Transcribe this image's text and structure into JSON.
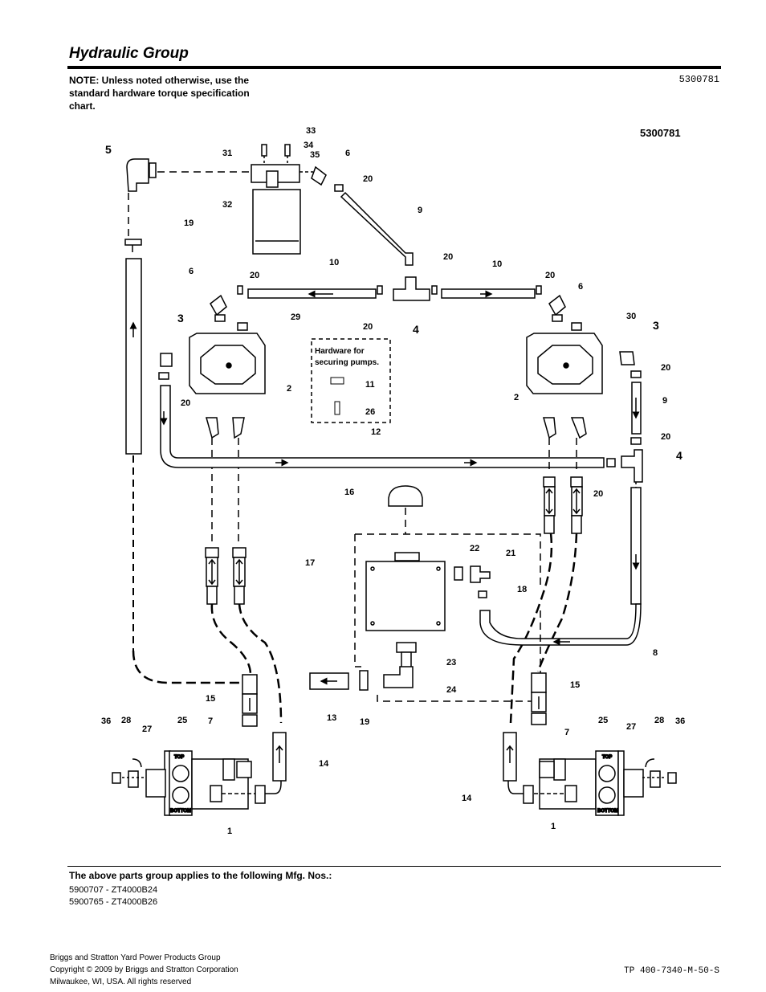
{
  "header": {
    "title": "Hydraulic Group",
    "note": "NOTE: Unless noted otherwise, use the standard hardware torque specification chart.",
    "doc_number": "5300781"
  },
  "diagram": {
    "assembly_number": "5300781",
    "hardware_box_title": "Hardware for securing pumps.",
    "callouts": [
      "1",
      "2",
      "3",
      "4",
      "5",
      "6",
      "7",
      "8",
      "9",
      "10",
      "11",
      "12",
      "13",
      "14",
      "15",
      "16",
      "17",
      "18",
      "19",
      "20",
      "21",
      "22",
      "23",
      "24",
      "25",
      "26",
      "27",
      "28",
      "29",
      "30",
      "31",
      "32",
      "33",
      "34",
      "35",
      "36"
    ],
    "pump_labels": {
      "top": "TOP",
      "bottom": "BOTTOM"
    }
  },
  "applies": {
    "heading": "The above parts group applies to the following Mfg. Nos.:",
    "items": [
      "5900707 - ZT4000B24",
      "5900765 - ZT4000B26"
    ]
  },
  "footer": {
    "line1": "Briggs and Stratton Yard Power Products Group",
    "line2": "Copyright ©  2009 by Briggs and Stratton Corporation",
    "line3": "Milwaukee, WI, USA. All rights reserved",
    "tp_number": "TP 400-7340-M-50-S"
  }
}
